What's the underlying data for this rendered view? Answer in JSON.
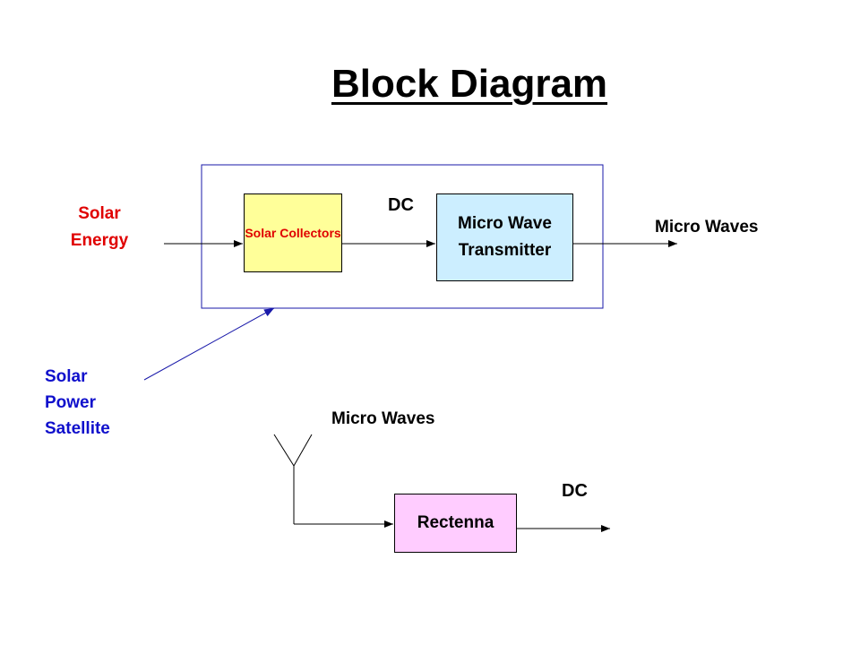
{
  "title": "Block Diagram",
  "satellite": {
    "input_label": "Solar Energy",
    "collectors_label": "Solar Collectors",
    "dc_label": "DC",
    "transmitter_label": "Micro Wave Transmitter",
    "output_label": "Micro Waves",
    "satellite_label": "Solar Power Satellite"
  },
  "receiver": {
    "input_label": "Micro Waves",
    "rectenna_label": "Rectenna",
    "dc_label": "DC"
  },
  "colors": {
    "solar_text": "#e00000",
    "satellite_text": "#1010cc",
    "collectors_fill": "#ffff99",
    "transmitter_fill": "#cceeff",
    "rectenna_fill": "#ffccff",
    "satellite_frame": "#1a1aaa"
  }
}
